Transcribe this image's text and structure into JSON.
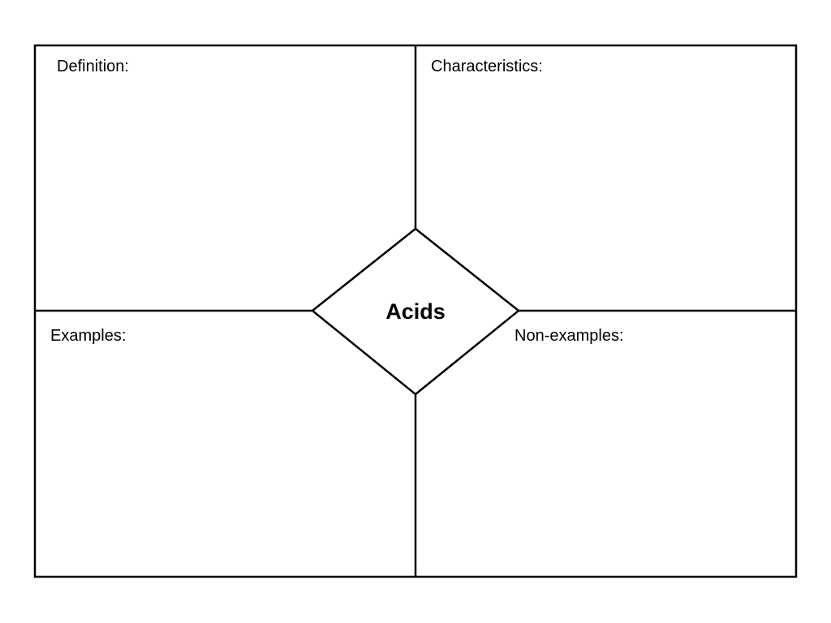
{
  "diagram": {
    "center_term": "Acids",
    "quadrants": {
      "top_left": {
        "label": "Definition:"
      },
      "top_right": {
        "label": "Characteristics:"
      },
      "bottom_left": {
        "label": "Examples:"
      },
      "bottom_right": {
        "label": "Non-examples:"
      }
    }
  },
  "colors": {
    "line": "#000000",
    "background": "#ffffff",
    "text": "#000000"
  }
}
